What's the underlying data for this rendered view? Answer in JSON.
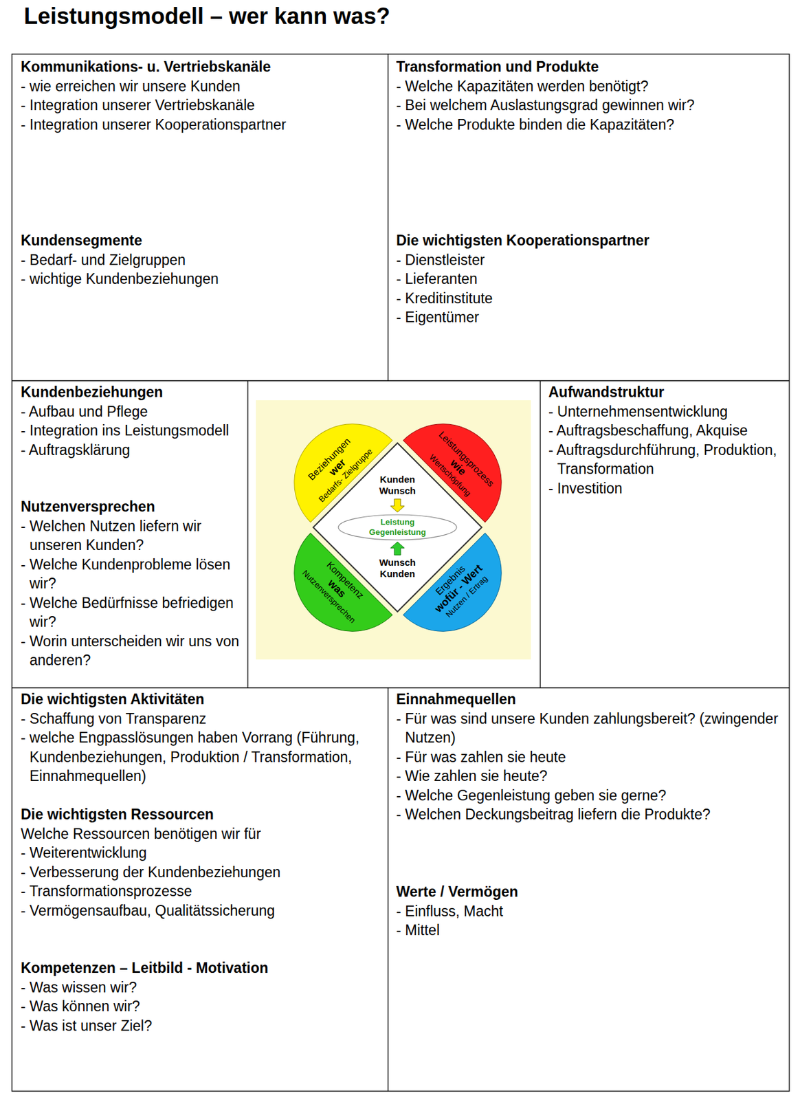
{
  "diagram": {
    "title": "Leistungsmodell – wer kann was?",
    "nodes": [
      {
        "text": [
          "Kommunikations- u. Vertriebskanäle",
          "- wie erreichen wir unsere Kunden",
          "- Integration unserer Vertriebskanäle",
          "- Integration unserer Kooperationspartner"
        ]
      },
      {
        "text": [
          "Transformation und Produkte",
          "- Welche Kapazitäten werden benötigt?",
          "- Bei welchem Auslastungsgrad gewinnen wir?",
          "- Welche Produkte binden die Kapazitäten?"
        ]
      },
      {
        "text": [
          "Kundensegmente",
          "- Bedarf- und Zielgruppen",
          "- wichtige Kundenbeziehungen"
        ]
      },
      {
        "text": [
          "Die wichtigsten Kooperationspartner",
          "- Dienstleister",
          "- Lieferanten",
          "- Kreditinstitute",
          "- Eigentümer"
        ]
      },
      {
        "text": [
          "Kundenbeziehungen",
          "- Aufbau und Pflege",
          "- Integration ins Leistungsmodell",
          "- Auftragsklärung"
        ]
      },
      {
        "text": [
          "Aufwandstruktur",
          "- Unternehmensentwicklung",
          "- Auftragsbeschaffung, Akquise",
          "- Auftragsdurchführung, Produktion, Transformation",
          "- Investition"
        ]
      },
      {
        "text": [
          "Beziehungen",
          "wer",
          "Bedarfs- Zielgruppe"
        ]
      },
      {
        "text": [
          "Leistungsprozess",
          "wie",
          "Wertschöpfung"
        ]
      },
      {
        "text": [
          "Kunden Wunsch",
          "Wunsch Kunden"
        ]
      },
      {
        "text": [
          "Leistung",
          "Gegenleistung"
        ],
        "in": 8
      },
      {
        "text": [
          "Kompetenz",
          "was",
          "Nutzenversprechen"
        ]
      },
      {
        "text": [
          "Ergebnis",
          "wofür - Wert",
          "Nutzen / Ertrag"
        ]
      },
      {
        "text": [
          "Nutzenversprechen",
          "- Welchen Nutzen liefern wir unseren Kunden?",
          "- Welche Kundenprobleme lösen wir?",
          "- Welche Bedürfnisse befriedigen wir?",
          "- Worin unterscheiden wir uns von anderen?"
        ]
      },
      {
        "text": [
          "Die wichtigsten Aktivitäten",
          "- Schaffung von Transparenz",
          "- welche Engpasslösungen haben Vorrang (Führung, Kundenbeziehungen, Produktion / Transformation, Einnahmequellen)"
        ]
      },
      {
        "text": [
          "Einnahmequellen",
          "- Für was sind unsere Kunden zahlungsbereit? (zwingender Nutzen)",
          "- Für was zahlen sie heute",
          "- Wie zahlen sie heute?",
          "- Welche Gegenleistung geben sie gerne?",
          "- Welchen Deckungsbeitrag liefern die Produkte?"
        ]
      },
      {
        "text": [
          "Die wichtigsten Ressourcen",
          "Welche Ressourcen benötigen wir für",
          "- Weiterentwicklung",
          "- Verbesserung der Kundenbeziehungen",
          "- Transformationsprozesse",
          "- Vermögensaufbau, Qualitätssicherung"
        ]
      },
      {
        "text": [
          "Werte / Vermögen",
          "- Einfluss, Macht",
          "- Mittel"
        ]
      },
      {
        "text": [
          "Kompetenzen – Leitbild - Motivation",
          "- Was wissen wir?",
          "- Was können wir?",
          "- Was ist unser Ziel?"
        ]
      }
    ]
  }
}
